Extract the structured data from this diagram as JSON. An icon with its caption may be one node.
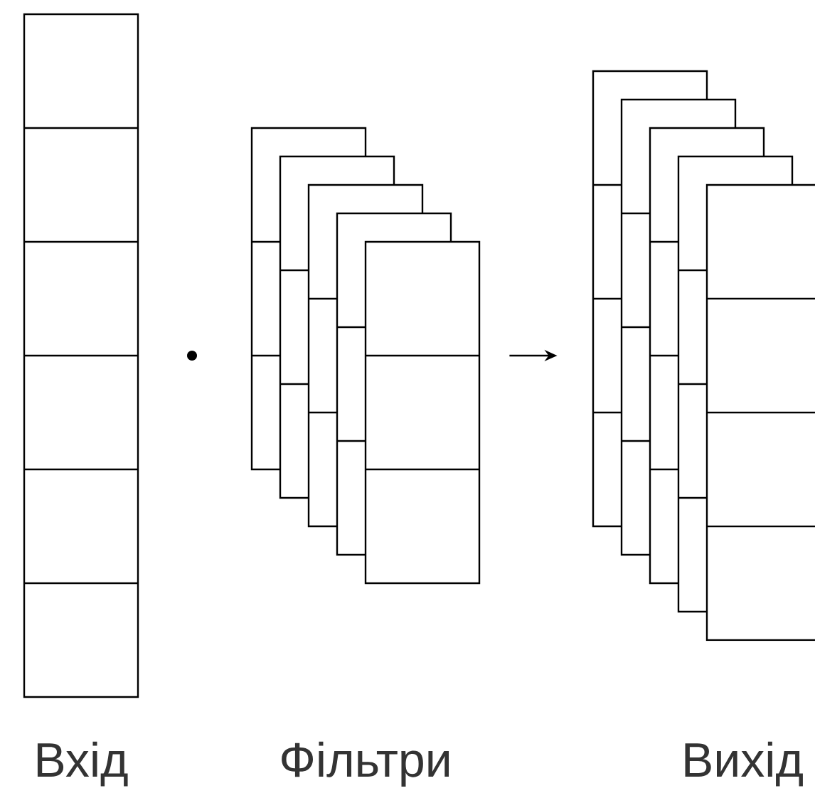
{
  "diagram": {
    "nodes": [
      {
        "text": [
          "Вхід"
        ]
      },
      {
        "text": [
          "Фільтри"
        ]
      },
      {
        "text": [
          "Вихід"
        ]
      }
    ],
    "edges": [
      {
        "from": 1,
        "to": 2,
        "arrow": "to"
      }
    ]
  }
}
